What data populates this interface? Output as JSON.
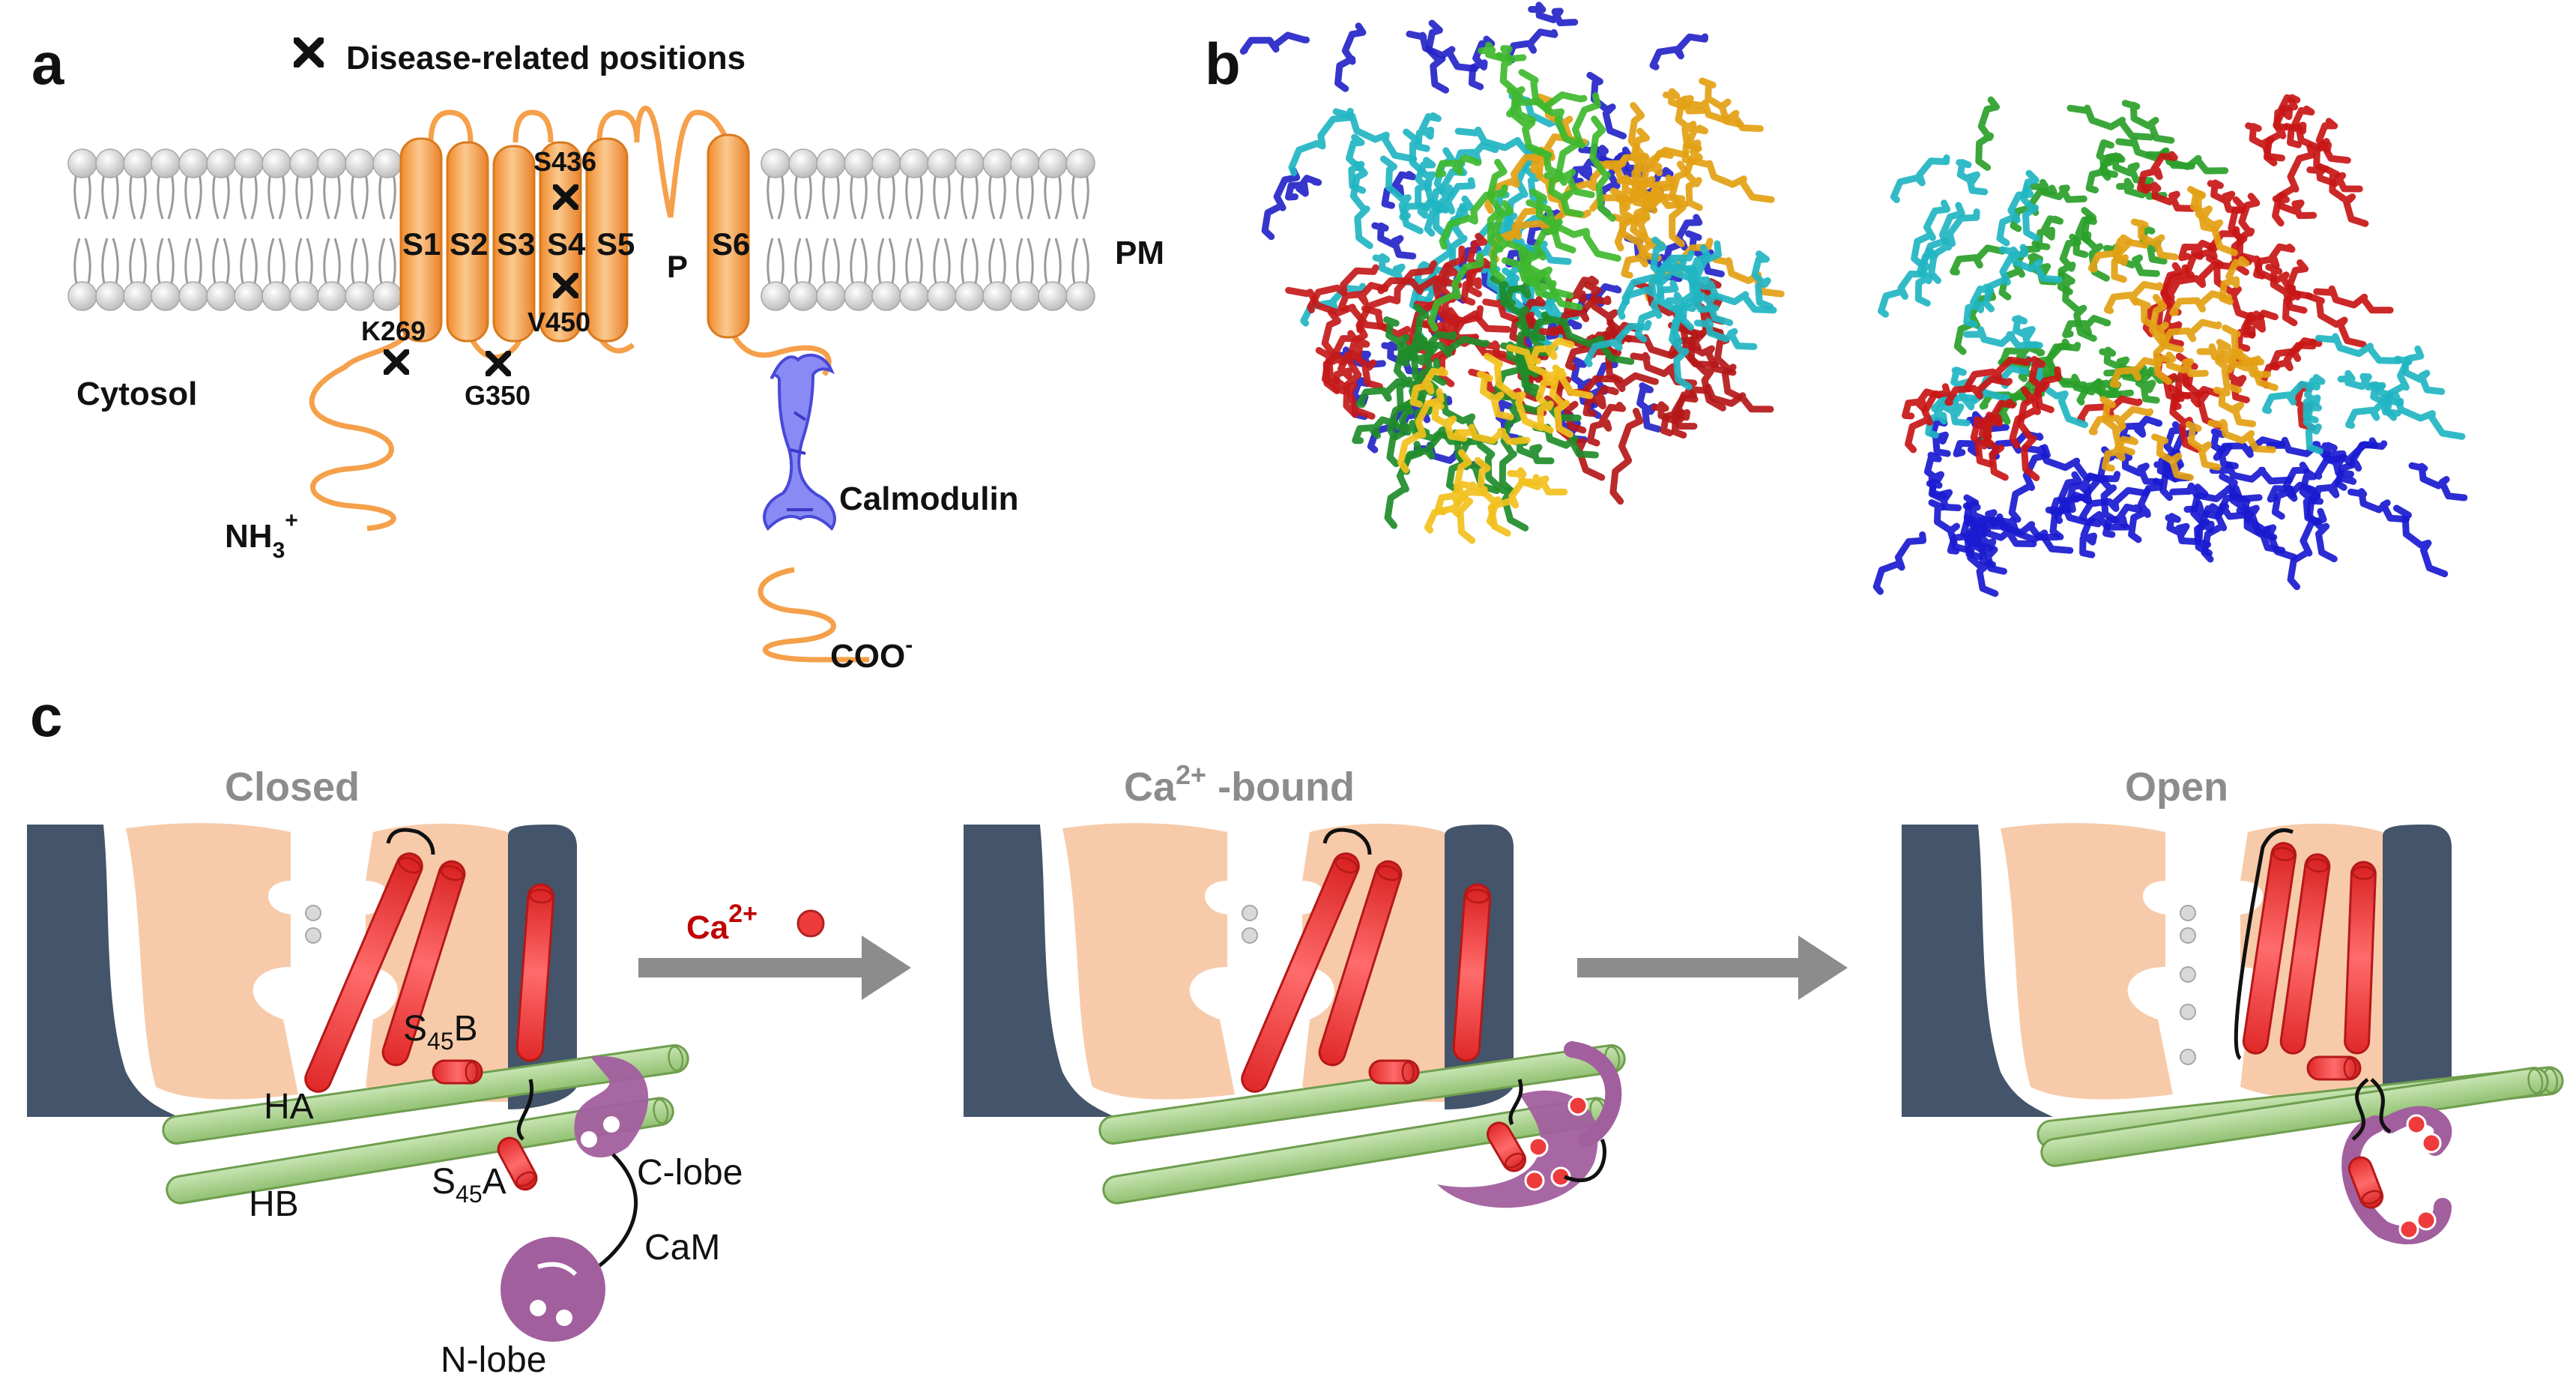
{
  "panels": {
    "a": "a",
    "b": "b",
    "c": "c"
  },
  "panel_a": {
    "legend": "Disease-related positions",
    "segments": [
      "S1",
      "S2",
      "S3",
      "S4",
      "S5",
      "P",
      "S6"
    ],
    "membrane": "PM",
    "cytosol": "Cytosol",
    "n_term": "NH",
    "n_term_sub": "3",
    "n_term_sup": "+",
    "c_term": "COO",
    "c_term_sup": "-",
    "calmodulin": "Calmodulin",
    "mutations": [
      "S436",
      "V450",
      "K269",
      "G350"
    ]
  },
  "panel_c": {
    "states": {
      "closed": "Closed",
      "bound_prefix": "Ca",
      "bound_sup": "2+",
      "bound_suffix": " -bound",
      "open": "Open"
    },
    "ca_label": "Ca",
    "ca_sup": "2+",
    "labels": {
      "ha": "HA",
      "hb": "HB",
      "s45b_main": "S",
      "s45b_sub": "45",
      "s45b_end": "B",
      "s45a_main": "S",
      "s45a_sub": "45",
      "s45a_end": "A",
      "clobe": "C-lobe",
      "cam": "CaM",
      "nlobe": "N-lobe"
    }
  },
  "colors": {
    "helix_orange": "#f5a04a",
    "membrane_gray": "#d9d9d9",
    "calmodulin_blue": "#6d6df0",
    "pore_dark": "#44546a",
    "vsd_peach": "#f7cbaa",
    "helix_red": "#f04040",
    "helix_green": "#a9d18e",
    "cam_purple": "#a25f9e",
    "arrow_gray": "#8c8c8c",
    "ca_red": "#c00000"
  }
}
